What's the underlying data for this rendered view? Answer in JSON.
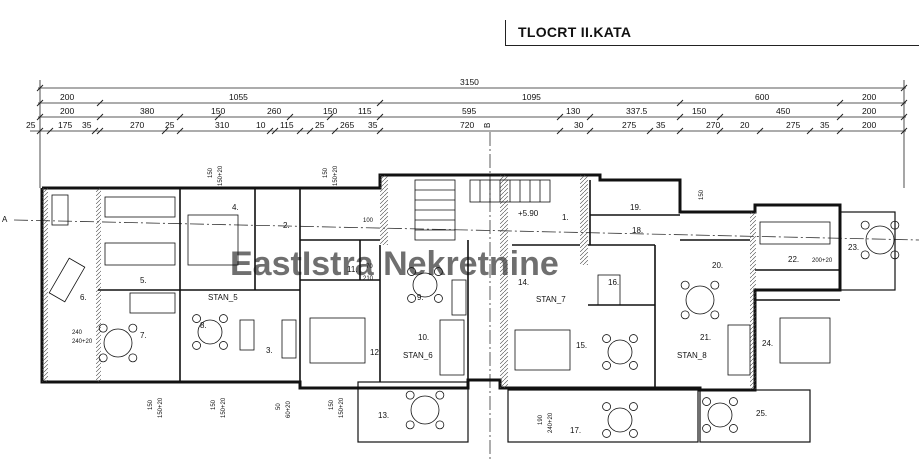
{
  "title": "TLOCRT II.KATA",
  "dimensions": {
    "total": "3150",
    "row1": [
      "200",
      "1055",
      "1095",
      "600",
      "200"
    ],
    "row2": [
      "200",
      "380",
      "150",
      "260",
      "150",
      "115",
      "595",
      "130",
      "337.5",
      "150",
      "450",
      "200"
    ],
    "row3": [
      "25",
      "175",
      "35",
      "270",
      "25",
      "310",
      "10",
      "115",
      "25",
      "265",
      "35",
      "720",
      "30",
      "275",
      "35",
      "270",
      "20",
      "275",
      "35",
      "200"
    ]
  },
  "rooms": [
    "1.",
    "2.",
    "3.",
    "4.",
    "5.",
    "6.",
    "7.",
    "8.",
    "9.",
    "10.",
    "11.",
    "12.",
    "13.",
    "14.",
    "15.",
    "16.",
    "17.",
    "18.",
    "19.",
    "20.",
    "21.",
    "22.",
    "23.",
    "24.",
    "25."
  ],
  "apartments": [
    "STAN_5",
    "STAN_6",
    "STAN_7",
    "STAN_8"
  ],
  "section_marks": [
    "A",
    "B"
  ],
  "elevation": "+5.90",
  "window_labels": [
    "150",
    "150+20",
    "240",
    "240+20",
    "190",
    "240+20",
    "50",
    "60+20",
    "100",
    "150",
    "200+20",
    "210",
    "70"
  ],
  "watermark": "EastIstra Nekretnine"
}
